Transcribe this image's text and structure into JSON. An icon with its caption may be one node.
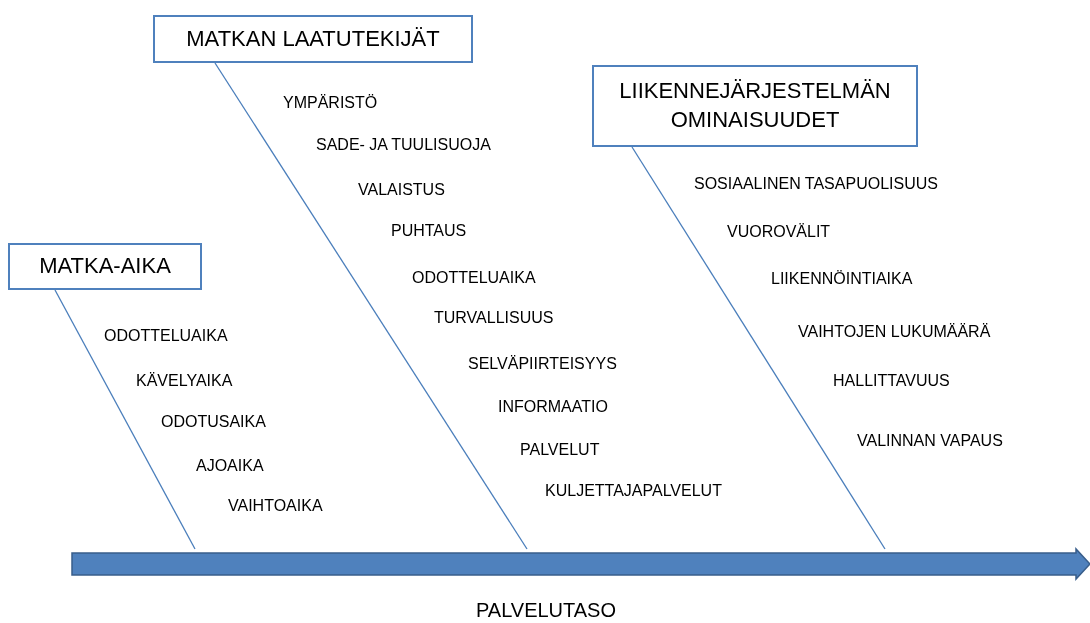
{
  "diagram": {
    "nodes": [
      {
        "text": [
          "MATKAN LAATUTEKIJÄT"
        ]
      },
      {
        "text": [
          "LIIKENNEJÄRJESTELMÄN OMINAISUUDET"
        ]
      },
      {
        "text": [
          "MATKA-AIKA"
        ]
      },
      {
        "text": [],
        "shape": "arrow",
        "beside": [
          "PALVELUTASO"
        ]
      }
    ],
    "edges": [
      {
        "from": 2,
        "to": 3,
        "arrow": "none"
      },
      {
        "from": 0,
        "to": 3,
        "arrow": "none"
      },
      {
        "from": 1,
        "to": 3,
        "arrow": "none"
      }
    ],
    "labels": [
      "ODOTTELUAIKA",
      "KÄVELYAIKA",
      "ODOTUSAIKA",
      "AJOAIKA",
      "VAIHTOAIKA",
      "YMPÄRISTÖ",
      "SADE- JA TUULISUOJA",
      "VALAISTUS",
      "PUHTAUS",
      "ODOTTELUAIKA",
      "TURVALLISUUS",
      "SELVÄPIIRTEISYYS",
      "INFORMAATIO",
      "PALVELUT",
      "KULJETTAJAPALVELUT",
      "SOSIAALINEN TASAPUOLISUUS",
      "VUOROVÄLIT",
      "LIIKENNÖINTIAIKA",
      "VAIHTOJEN LUKUMÄÄRÄ",
      "HALLITTAVUUS",
      "VALINNAN VAPAUS"
    ]
  }
}
